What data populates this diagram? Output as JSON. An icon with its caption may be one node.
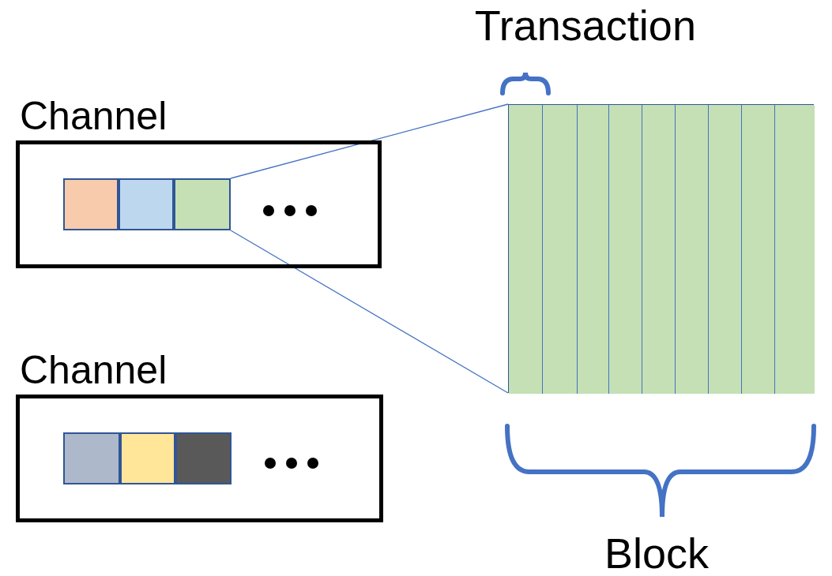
{
  "diagram": {
    "nodes": [
      {
        "text": [
          "Channel"
        ]
      },
      {
        "text": [],
        "shape": "box",
        "in": 0
      },
      {
        "text": [],
        "shape": "box",
        "in": 0
      },
      {
        "text": [],
        "shape": "box",
        "in": 0
      },
      {
        "text": [
          "Channel"
        ]
      },
      {
        "text": [],
        "shape": "box",
        "in": 4
      },
      {
        "text": [],
        "shape": "box",
        "in": 4
      },
      {
        "text": [],
        "shape": "box",
        "in": 4
      },
      {
        "text": [],
        "shape": "box"
      },
      {
        "text": [],
        "shape": "box",
        "in": 8
      },
      {
        "text": [],
        "shape": "box",
        "in": 8
      },
      {
        "text": [],
        "shape": "box",
        "in": 8
      },
      {
        "text": [],
        "shape": "box",
        "in": 8
      },
      {
        "text": [],
        "shape": "box",
        "in": 8
      },
      {
        "text": [],
        "shape": "box",
        "in": 8
      },
      {
        "text": [],
        "shape": "box",
        "in": 8
      },
      {
        "text": [],
        "shape": "box",
        "in": 8
      },
      {
        "text": [],
        "shape": "box",
        "in": 8
      }
    ],
    "edges": [
      {
        "from": 3,
        "to": 8,
        "arrow": "none"
      },
      {
        "from": 3,
        "to": 8,
        "arrow": "none"
      }
    ],
    "labels": [
      "Transaction",
      "Block"
    ]
  }
}
